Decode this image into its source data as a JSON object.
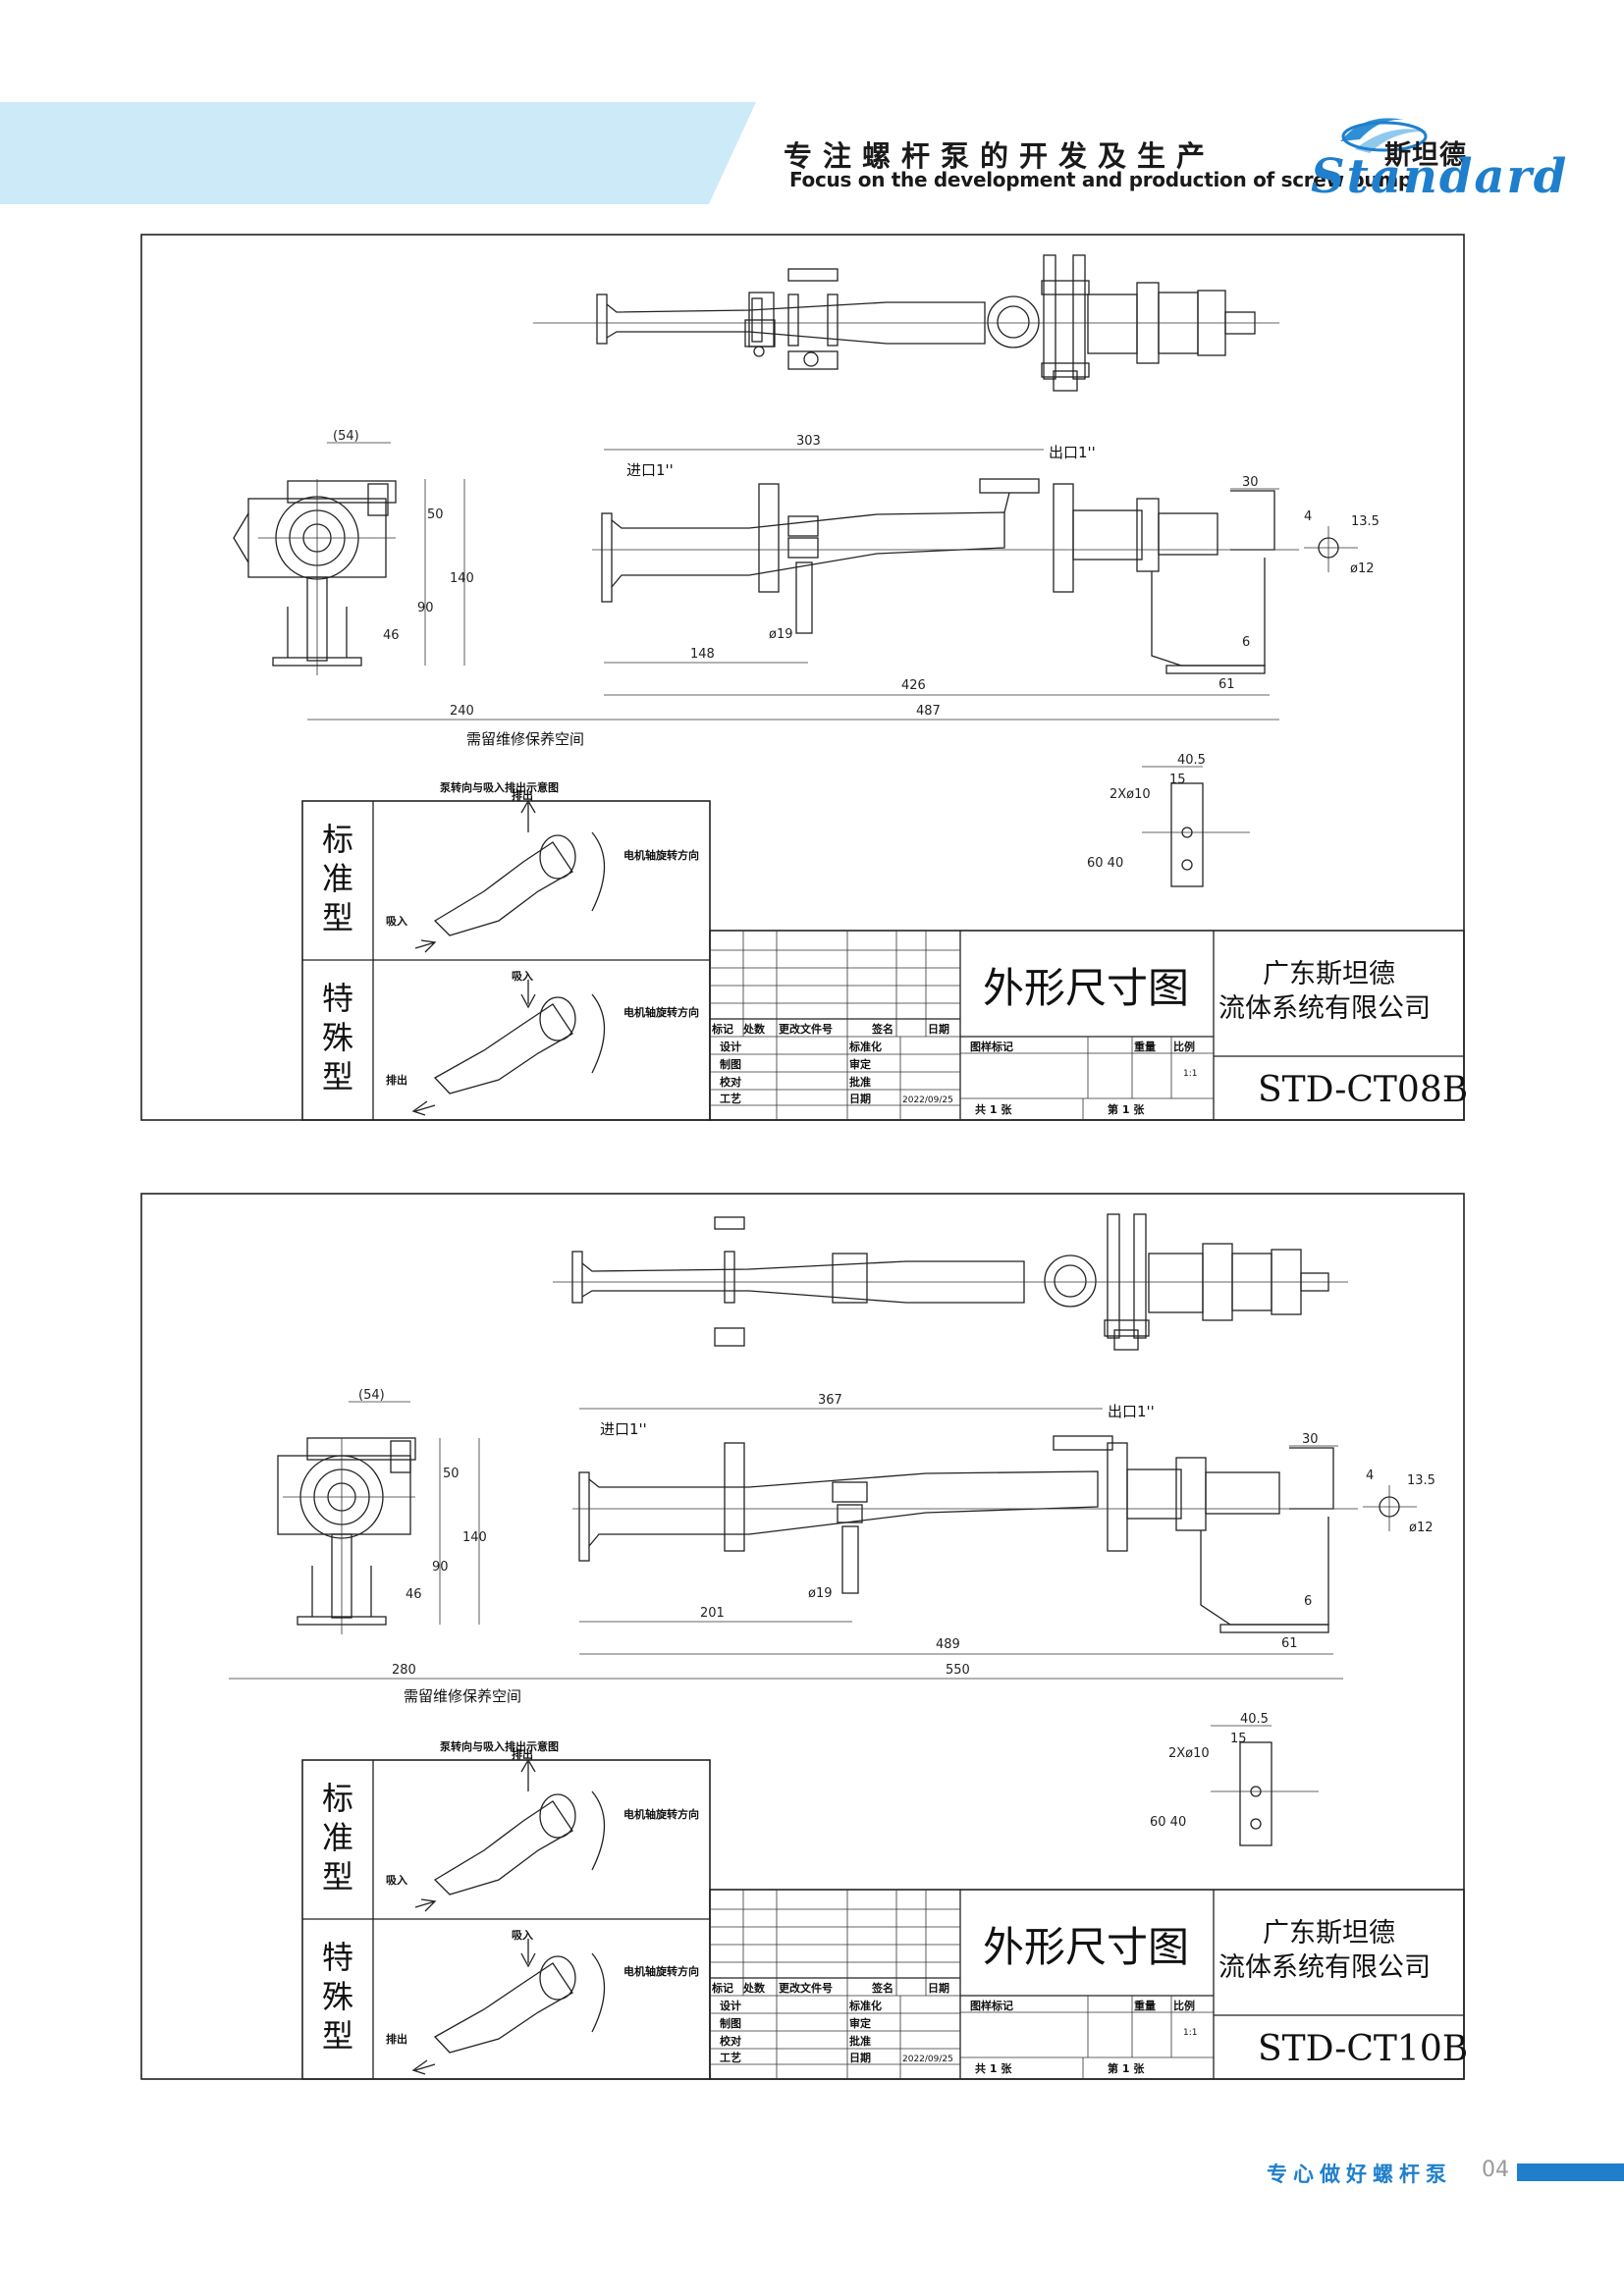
{
  "header": {
    "slogan_cn": "专注螺杆泵的开发及生产",
    "slogan_en": "Focus on the development and production of screw pump",
    "logo_cn": "斯坦德",
    "logo_en": "Standard",
    "colors": {
      "light_band": "#cdeaf8",
      "accent": "#1f7fcc",
      "swoosh": "#2e8fd6"
    }
  },
  "drawings": [
    {
      "dims": {
        "inlet": "进口1''",
        "outlet": "出口1''",
        "d303": "303",
        "d148": "148",
        "d426": "426",
        "d487": "487",
        "d240": "240",
        "d30": "30",
        "d6": "6",
        "d61": "61",
        "d19": "ø19",
        "d54": "(54)",
        "d50": "50",
        "d140": "140",
        "d90": "90",
        "d46": "46",
        "k4": "4",
        "k13": "13.5",
        "k12": "ø12",
        "f40": "40.5",
        "f2x": "2Xø10",
        "f15": "15",
        "f6040": "60 40"
      },
      "maint": "需留维修保养空间",
      "rot_title": "泵转向与吸入排出示意图",
      "std_type": [
        "标",
        "准",
        "型"
      ],
      "spc_type": [
        "特",
        "殊",
        "型"
      ],
      "std_out": "排出",
      "std_in": "吸入",
      "spc_in": "吸入",
      "spc_out": "排出",
      "motor_dir": "电机轴旋转方向",
      "title": "外形尺寸图",
      "company1": "广东斯坦德",
      "company2": "流体系统有限公司",
      "code": "STD-CT08B",
      "tb": {
        "h1": "标记",
        "h2": "处数",
        "h3": "更改文件号",
        "h4": "签名",
        "h5": "日期",
        "r1": "设计",
        "r2": "制图",
        "r3": "校对",
        "r4": "工艺",
        "s1": "标准化",
        "s2": "审定",
        "s3": "批准",
        "s4": "日期",
        "date": "2022/09/25",
        "sheet_total": "共 1 张",
        "sheet_no": "第 1 张",
        "mark": "图样标记",
        "weight": "重量",
        "scale": "比例",
        "scale_val": "1:1"
      }
    },
    {
      "dims": {
        "inlet": "进口1''",
        "outlet": "出口1''",
        "d303": "367",
        "d148": "201",
        "d426": "489",
        "d487": "550",
        "d240": "280",
        "d30": "30",
        "d6": "6",
        "d61": "61",
        "d19": "ø19",
        "d54": "(54)",
        "d50": "50",
        "d140": "140",
        "d90": "90",
        "d46": "46",
        "k4": "4",
        "k13": "13.5",
        "k12": "ø12",
        "f40": "40.5",
        "f2x": "2Xø10",
        "f15": "15",
        "f6040": "60 40"
      },
      "maint": "需留维修保养空间",
      "rot_title": "泵转向与吸入排出示意图",
      "std_type": [
        "标",
        "准",
        "型"
      ],
      "spc_type": [
        "特",
        "殊",
        "型"
      ],
      "std_out": "排出",
      "std_in": "吸入",
      "spc_in": "吸入",
      "spc_out": "排出",
      "motor_dir": "电机轴旋转方向",
      "title": "外形尺寸图",
      "company1": "广东斯坦德",
      "company2": "流体系统有限公司",
      "code": "STD-CT10B",
      "tb": {
        "h1": "标记",
        "h2": "处数",
        "h3": "更改文件号",
        "h4": "签名",
        "h5": "日期",
        "r1": "设计",
        "r2": "制图",
        "r3": "校对",
        "r4": "工艺",
        "s1": "标准化",
        "s2": "审定",
        "s3": "批准",
        "s4": "日期",
        "date": "2022/09/25",
        "sheet_total": "共 1 张",
        "sheet_no": "第 1 张",
        "mark": "图样标记",
        "weight": "重量",
        "scale": "比例",
        "scale_val": "1:1"
      }
    }
  ],
  "footer": {
    "text": "专心做好螺杆泵",
    "page": "04"
  }
}
